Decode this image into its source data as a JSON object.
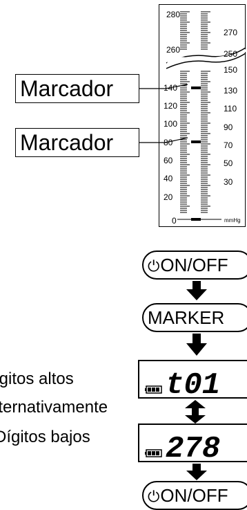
{
  "gauge": {
    "left_upper_ticks": [
      "280",
      "260"
    ],
    "right_upper_ticks": [
      "270",
      "250"
    ],
    "left_lower_ticks": [
      "140",
      "120",
      "100",
      "80",
      "60",
      "40",
      "20",
      "0"
    ],
    "right_lower_ticks": [
      "150",
      "130",
      "110",
      "90",
      "70",
      "50",
      "30"
    ],
    "unit": "mmHg"
  },
  "markers": {
    "label_1": "Marcador",
    "label_2": "Marcador"
  },
  "flow": {
    "onoff_label_1": "ON/OFF",
    "power_symbol": "⏻",
    "marker_button_label": "MARKER",
    "high_digits_label": "ígitos altos",
    "alternately_label": "lternativamente",
    "low_digits_label": "Dígitos bajos",
    "lcd_high_value": "t01",
    "lcd_low_value": "278",
    "onoff_label_2": "ON/OFF"
  }
}
